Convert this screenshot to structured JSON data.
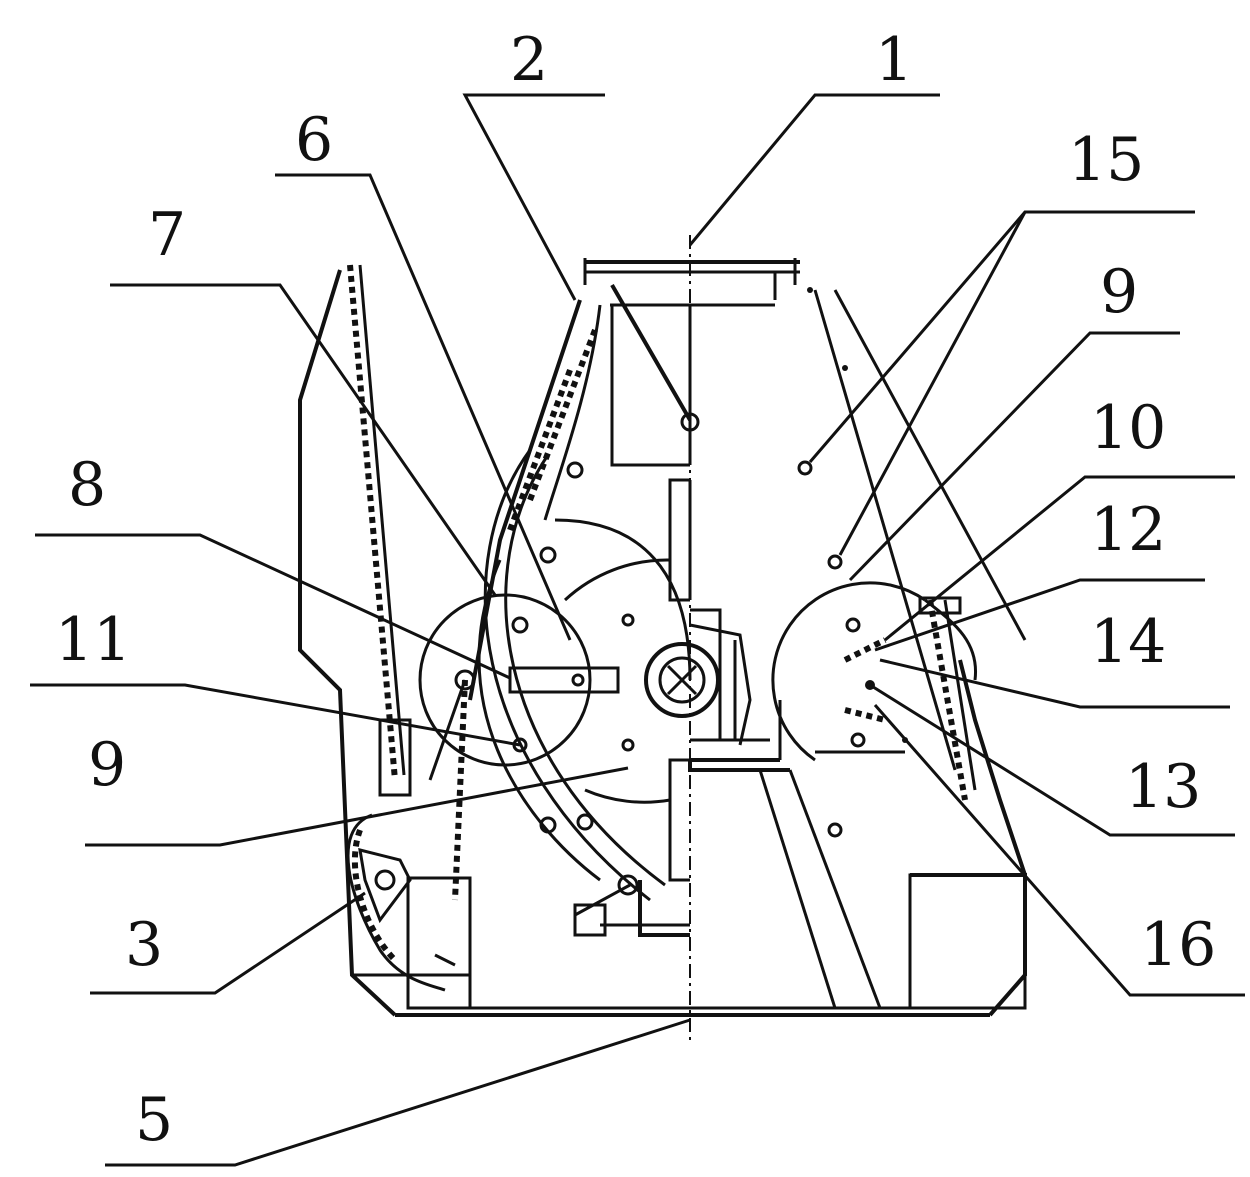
{
  "labels": {
    "l1": "1",
    "l2": "2",
    "l3": "3",
    "l5": "5",
    "l6": "6",
    "l7": "7",
    "l8": "8",
    "l9a": "9",
    "l9b": "9",
    "l10": "10",
    "l11": "11",
    "l12": "12",
    "l13": "13",
    "l14": "14",
    "l15": "15",
    "l16": "16"
  }
}
